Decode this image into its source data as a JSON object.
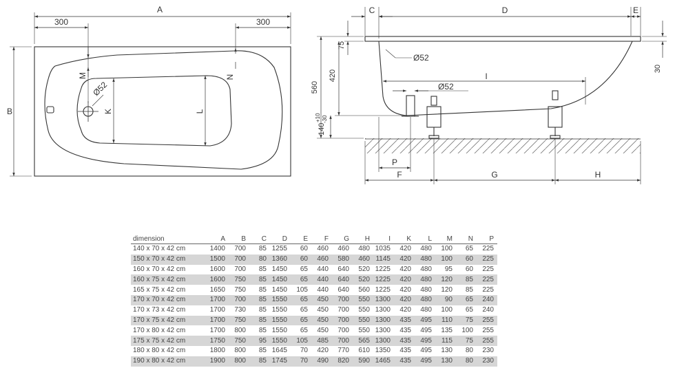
{
  "top_view": {
    "labels": {
      "A": "A",
      "B": "B",
      "K": "K",
      "L": "L",
      "M": "M",
      "N": "N",
      "left_offset": "300",
      "right_offset": "300",
      "drain_diameter": "Ø52"
    }
  },
  "side_view": {
    "labels": {
      "C": "C",
      "D": "D",
      "E": "E",
      "F": "F",
      "G": "G",
      "H": "H",
      "I": "I",
      "P": "P",
      "height_560": "560",
      "height_420": "420",
      "height_75": "75",
      "height_30": "30",
      "leg_range": "140",
      "leg_plus": "+10",
      "leg_minus": "-30",
      "overflow_diameter": "Ø52",
      "drain_diameter": "Ø52"
    }
  },
  "table": {
    "columns": [
      "dimension",
      "A",
      "B",
      "C",
      "D",
      "E",
      "F",
      "G",
      "H",
      "I",
      "K",
      "L",
      "M",
      "N",
      "P"
    ],
    "rows": [
      [
        "140 x 70 x 42 cm",
        "1400",
        "700",
        "85",
        "1255",
        "60",
        "460",
        "460",
        "480",
        "1035",
        "420",
        "480",
        "100",
        "65",
        "225"
      ],
      [
        "150 x 70 x 42 cm",
        "1500",
        "700",
        "80",
        "1360",
        "60",
        "460",
        "580",
        "460",
        "1145",
        "420",
        "480",
        "100",
        "60",
        "225"
      ],
      [
        "160 x 70 x 42 cm",
        "1600",
        "700",
        "85",
        "1450",
        "65",
        "440",
        "640",
        "520",
        "1225",
        "420",
        "480",
        "95",
        "60",
        "225"
      ],
      [
        "160 x 75 x 42 cm",
        "1600",
        "750",
        "85",
        "1450",
        "65",
        "440",
        "640",
        "520",
        "1225",
        "420",
        "480",
        "120",
        "85",
        "225"
      ],
      [
        "165 x 75 x 42 cm",
        "1650",
        "750",
        "85",
        "1450",
        "105",
        "440",
        "640",
        "560",
        "1225",
        "420",
        "480",
        "120",
        "85",
        "225"
      ],
      [
        "170 x 70 x 42 cm",
        "1700",
        "700",
        "85",
        "1550",
        "65",
        "450",
        "700",
        "550",
        "1300",
        "420",
        "480",
        "90",
        "65",
        "240"
      ],
      [
        "170 x 73 x 42 cm",
        "1700",
        "730",
        "85",
        "1550",
        "65",
        "450",
        "700",
        "550",
        "1300",
        "420",
        "480",
        "100",
        "65",
        "240"
      ],
      [
        "170 x 75 x 42 cm",
        "1700",
        "750",
        "85",
        "1550",
        "65",
        "450",
        "700",
        "550",
        "1300",
        "435",
        "495",
        "110",
        "75",
        "255"
      ],
      [
        "170 x 80 x 42 cm",
        "1700",
        "800",
        "85",
        "1550",
        "65",
        "450",
        "700",
        "550",
        "1300",
        "435",
        "495",
        "135",
        "100",
        "255"
      ],
      [
        "175 x 75 x 42 cm",
        "1750",
        "750",
        "95",
        "1550",
        "105",
        "485",
        "700",
        "565",
        "1300",
        "435",
        "495",
        "115",
        "75",
        "255"
      ],
      [
        "180 x 80 x 42 cm",
        "1800",
        "800",
        "85",
        "1645",
        "70",
        "420",
        "770",
        "610",
        "1350",
        "435",
        "495",
        "130",
        "80",
        "230"
      ],
      [
        "190 x 80 x 42 cm",
        "1900",
        "800",
        "85",
        "1745",
        "70",
        "490",
        "820",
        "590",
        "1465",
        "435",
        "495",
        "130",
        "80",
        "230"
      ]
    ]
  },
  "colors": {
    "line": "#333333",
    "row_shade": "#d6d6d6"
  }
}
